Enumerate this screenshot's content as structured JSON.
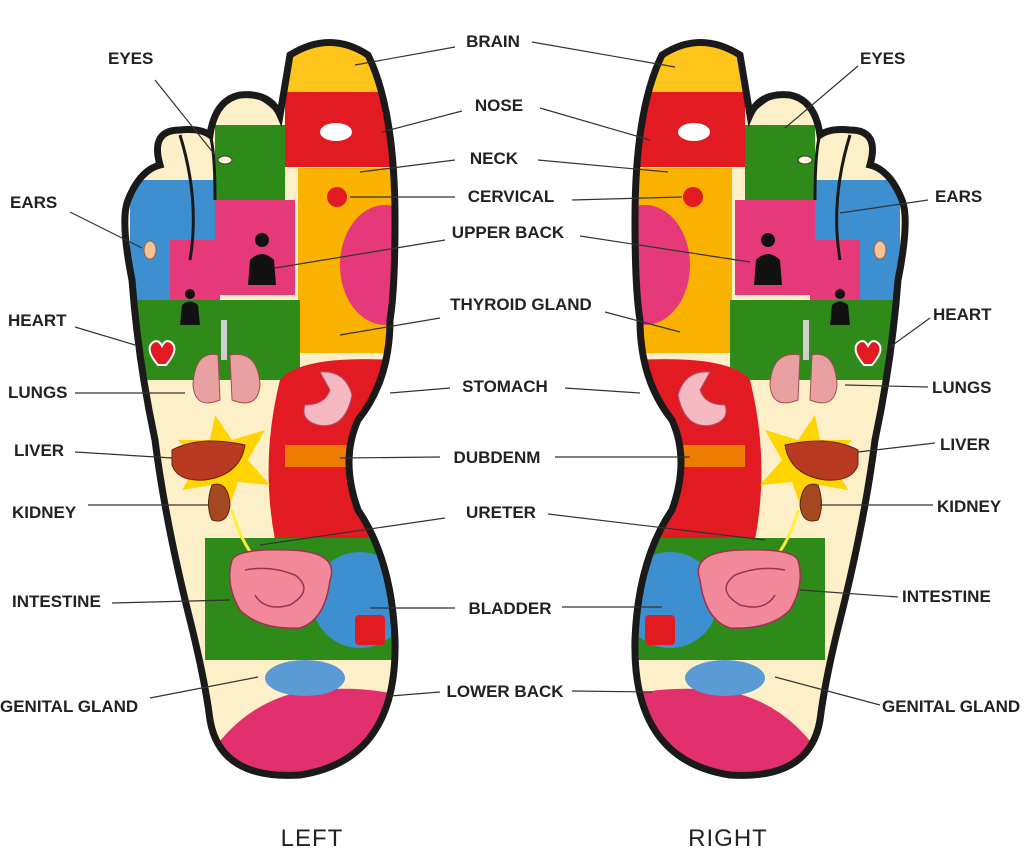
{
  "foot_titles": {
    "left": "LEFT",
    "right": "RIGHT"
  },
  "labels": {
    "left": {
      "eyes": "EYES",
      "ears": "EARS",
      "heart": "HEART",
      "lungs": "LUNGS",
      "liver": "LIVER",
      "kidney": "KIDNEY",
      "intestine": "INTESTINE",
      "genital_gland": "GENITAL GLAND"
    },
    "center": {
      "brain": "BRAIN",
      "nose": "NOSE",
      "neck": "NECK",
      "cervical": "CERVICAL",
      "upper_back": "UPPER BACK",
      "thyroid_gland": "THYROID GLAND",
      "stomach": "STOMACH",
      "duodenum": "DUBDENM",
      "ureter": "URETER",
      "bladder": "BLADDER",
      "lower_back": "LOWER BACK"
    },
    "right": {
      "eyes": "EYES",
      "ears": "EARS",
      "heart": "HEART",
      "lungs": "LUNGS",
      "liver": "LIVER",
      "kidney": "KIDNEY",
      "intestine": "INTESTINE",
      "genital_gland": "GENITAL GLAND"
    }
  },
  "colors": {
    "outline": "#1a1a1a",
    "base": "#fdf0c8",
    "red": "#e21b23",
    "orange": "#f9b200",
    "yellow": "#ffc51a",
    "green": "#2e8b1a",
    "pink": "#e6397a",
    "blue": "#3d8fd0",
    "dark_orange": "#ee7c00",
    "magenta": "#e2306e"
  }
}
